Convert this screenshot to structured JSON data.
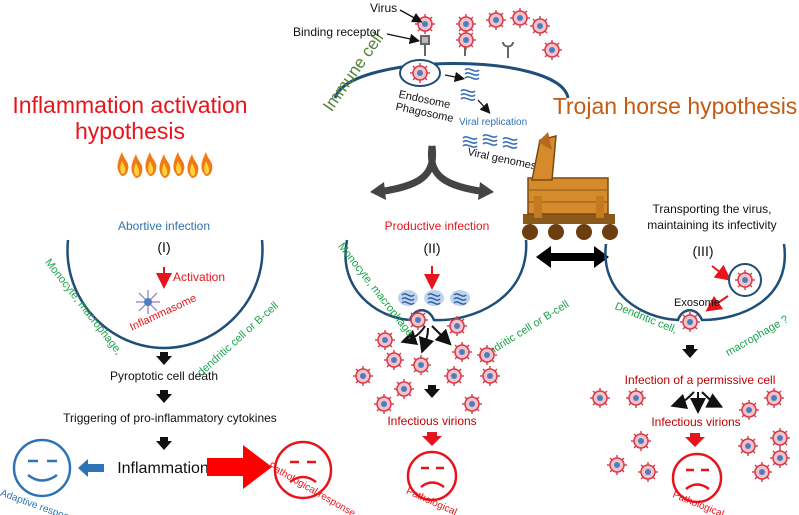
{
  "top": {
    "virus_label": "Virus",
    "binding_receptor_label": "Binding receptor",
    "immune_cell_label": "Immune cell",
    "endosome_label": "Endosome",
    "phagosome_label": "Phagosome",
    "viral_replication_label": "Viral replication",
    "viral_genomes_label": "Viral genomes"
  },
  "left": {
    "title_line1": "Inflammation activation",
    "title_line2": "hypothesis",
    "abortive_label": "Abortive infection",
    "roman": "(I)",
    "activation_label": "Activation",
    "inflammasome_label": "Inflammasome",
    "cell_type_left": "Monocyte, macrophage,",
    "cell_type_right": "dendritic cell or B-cell",
    "pyroptotic_label": "Pyroptotic cell death",
    "triggering_label": "Triggering of pro-inflammatory cytokines",
    "inflammation_label": "Inflammation",
    "adaptive_label": "Adaptive response",
    "pathological_label": "Pathological response"
  },
  "middle": {
    "productive_label": "Productive infection",
    "roman": "(II)",
    "cell_type_left": "Monocyte, macrophage,",
    "cell_type_right": "dendritic cell or B-cell",
    "infectious_label": "Infectious virions",
    "pathological_label": "Pathological"
  },
  "right": {
    "title": "Trojan horse hypothesis",
    "transport_line1": "Transporting the virus,",
    "transport_line2": "maintaining its infectivity",
    "roman": "(III)",
    "exosome_label": "Exosome",
    "cell_type_left": "Dendritic cell,",
    "cell_type_right": "macrophage ?",
    "infection_permissive_label": "Infection of a permissive cell",
    "infectious_label": "Infectious virions",
    "pathological_label": "Pathological"
  },
  "colors": {
    "red": "#e8141b",
    "blue_text": "#2e74b5",
    "green_text": "#1aa34a",
    "dark_blue": "#1f4e79",
    "orange_title": "#c55a11",
    "immune_green": "#548235"
  }
}
